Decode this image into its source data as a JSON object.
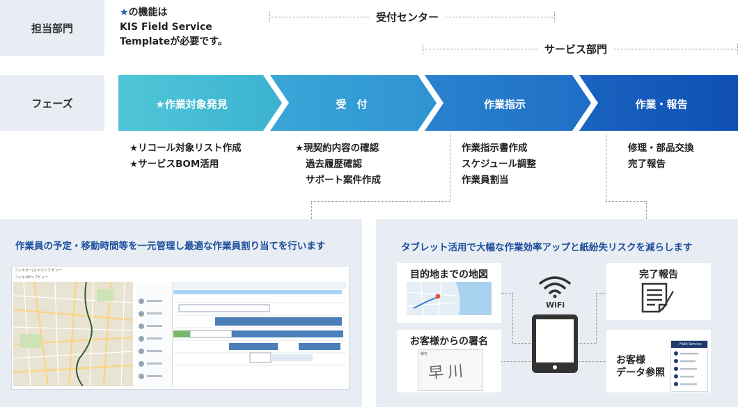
{
  "rows": {
    "department_label": "担当部門",
    "phase_label": "フェーズ"
  },
  "note": {
    "star": "★",
    "line1": "の機能は",
    "line2": "KIS Field Service",
    "line3": "Templateが必要です。"
  },
  "departments": {
    "reception": "受付センター",
    "service": "サービス部門"
  },
  "phases": [
    {
      "label": "★作業対象発見",
      "color_start": "#4fc6d8",
      "color_end": "#3cb3cf"
    },
    {
      "label": "受　付",
      "color_start": "#3aa6d6",
      "color_end": "#2f93d3"
    },
    {
      "label": "作業指示",
      "color_start": "#2a82cf",
      "color_end": "#1f6ec6"
    },
    {
      "label": "作業・報告",
      "color_start": "#1a63c0",
      "color_end": "#0f4fb4"
    }
  ],
  "tasks": {
    "discovery": [
      "★リコール対象リスト作成",
      "★サービスBOM活用"
    ],
    "reception": [
      "★現契約内容の確認",
      "過去履歴確認",
      "サポート案件作成"
    ],
    "instruction": [
      "作業指示書作成",
      "スケジュール調整",
      "作業員割当"
    ],
    "report": [
      "修理・部品交換",
      "完了報告"
    ]
  },
  "left_panel": {
    "title": "作業員の予定・移動時間等を一元管理し最適な作業員割り当てを行います",
    "mock_tab": "フィルター/ホメマップ ビュー",
    "mock_filter": "フィルター",
    "mock_map": "マップビュー"
  },
  "right_panel": {
    "title": "タブレット活用で大幅な作業効率アップと紙紛失リスクを減らします",
    "map_card": "目的地までの地図",
    "signature_card": "お客様からの署名",
    "signature_text": "早川",
    "signature_header": "署名",
    "report_card": "完了報告",
    "customer_card_line1": "お客様",
    "customer_card_line2": "データ参照",
    "customer_app": "Field Service",
    "wifi": "WiFi"
  },
  "colors": {
    "accent": "#1d5aa8",
    "panel_bg": "#e8edf4",
    "panel_title": "#1d4f9c"
  }
}
